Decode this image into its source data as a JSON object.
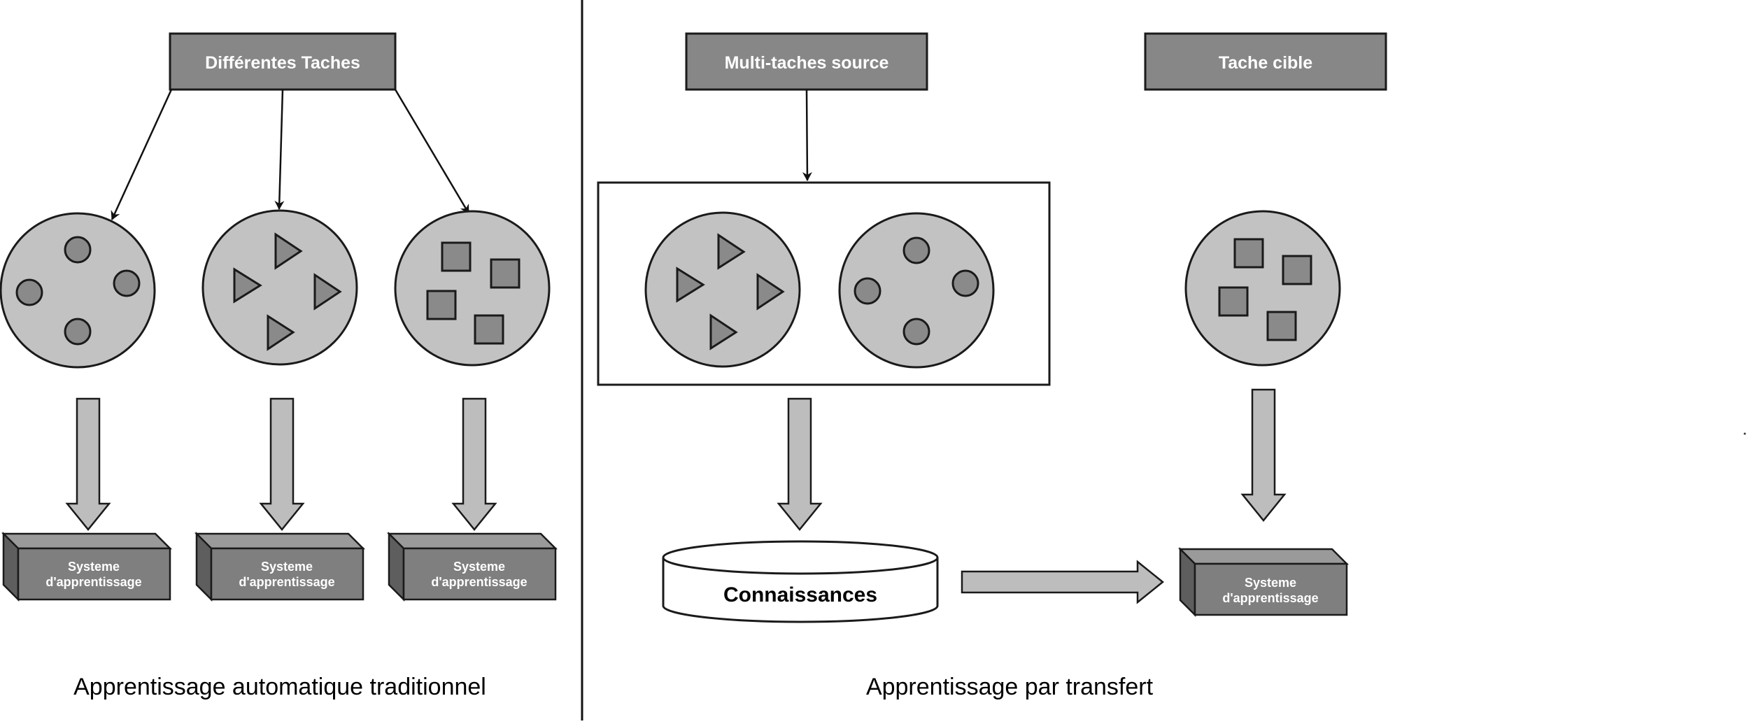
{
  "left": {
    "header": "Différentes Taches",
    "pools": [
      {
        "shape": "circle-icon"
      },
      {
        "shape": "triangle-icon"
      },
      {
        "shape": "square-icon"
      }
    ],
    "systems": [
      {
        "line1": "Systeme",
        "line2": "d'apprentissage"
      },
      {
        "line1": "Systeme",
        "line2": "d'apprentissage"
      },
      {
        "line1": "Systeme",
        "line2": "d'apprentissage"
      }
    ],
    "caption": "Apprentissage automatique traditionnel"
  },
  "right": {
    "source_header": "Multi-taches source",
    "target_header": "Tache cible",
    "knowledge": "Connaissances",
    "target_system": {
      "line1": "Systeme",
      "line2": "d'apprentissage"
    },
    "caption": "Apprentissage par transfert"
  },
  "colors": {
    "header_fill": "#878787",
    "pool_fill": "#c2c2c2",
    "shape_fill": "#8a8a8a",
    "arrow_fill": "#bdbdbd",
    "box_front": "#7f7f7f",
    "box_side": "#5e5e5e",
    "box_top": "#9a9a9a",
    "stroke": "#1a1a1a"
  }
}
